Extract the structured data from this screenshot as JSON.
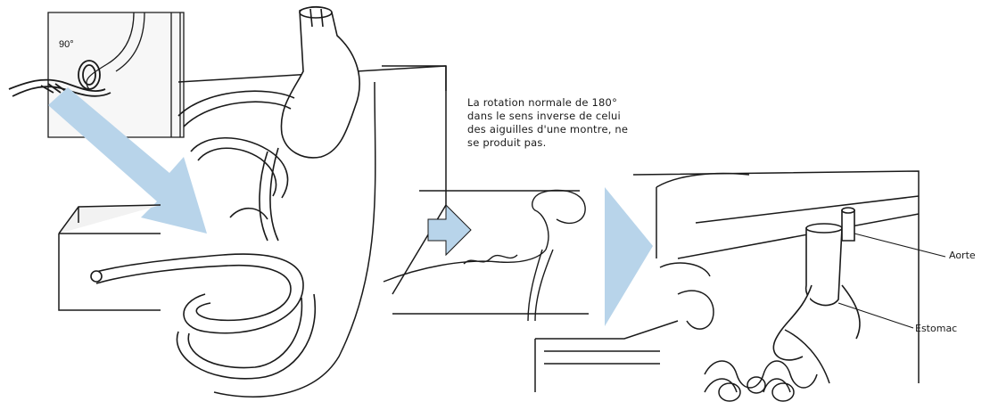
{
  "caption": {
    "lines": [
      "La rotation normale de 180°",
      "dans le sens inverse de celui",
      "des aiguilles d'une montre, ne",
      "se produit pas."
    ]
  },
  "labels": {
    "angle": "90°",
    "aorta": "Aorte",
    "stomach": "Estomac"
  },
  "colors": {
    "arrow_fill": "#b8d4ea",
    "line": "#1a1a1a",
    "background": "#ffffff"
  }
}
